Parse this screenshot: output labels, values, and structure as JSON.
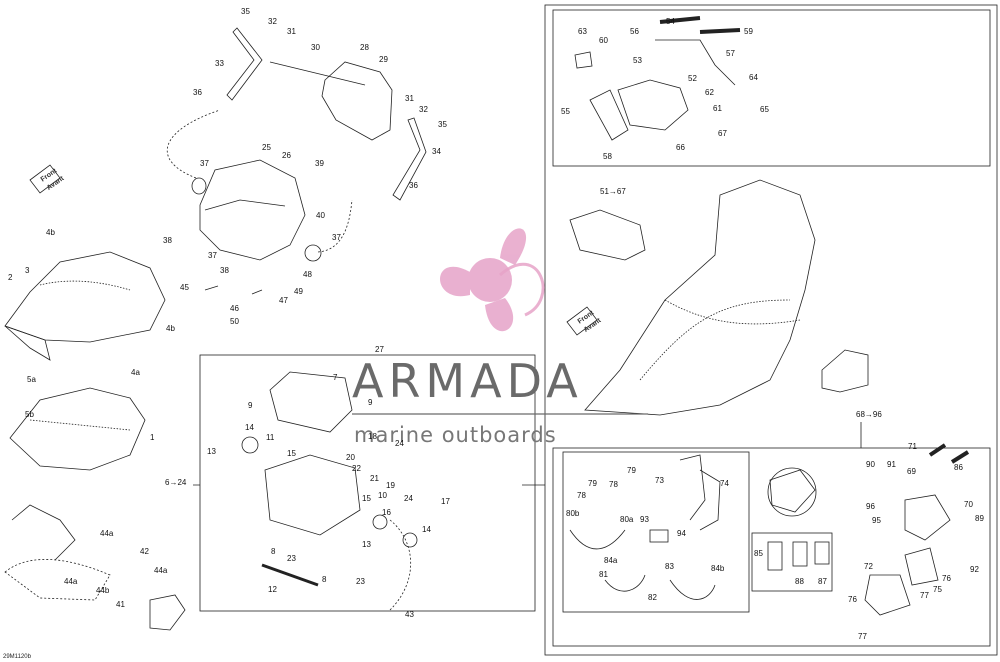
{
  "watermark": {
    "brand": "ARMADA",
    "tagline": "marine outboards",
    "logo_color": "#e6a3c8"
  },
  "figure_code": "29M1120b",
  "direction_labels": [
    "Front",
    "Avant"
  ],
  "part_numbers": {
    "top_backrest": [
      "35",
      "32",
      "31",
      "30",
      "28",
      "29",
      "33",
      "36",
      "31",
      "32",
      "35",
      "34",
      "36",
      "37",
      "25",
      "26",
      "39",
      "37",
      "40",
      "38",
      "37",
      "38",
      "48",
      "49",
      "45",
      "46",
      "47",
      "50"
    ],
    "left_seat": [
      "4b",
      "2",
      "3",
      "4b",
      "5a",
      "4a",
      "5b",
      "1"
    ],
    "left_bottom": [
      "44a",
      "42",
      "44a",
      "44a",
      "44b",
      "41"
    ],
    "center_box": [
      "27",
      "7",
      "9",
      "9",
      "18",
      "24",
      "14",
      "11",
      "13",
      "15",
      "20",
      "22",
      "21",
      "19",
      "10",
      "15",
      "17",
      "24",
      "16",
      "13",
      "14",
      "8",
      "23",
      "8",
      "23",
      "12",
      "43",
      "6→24"
    ],
    "right_top_box": [
      "54",
      "56",
      "59",
      "63",
      "60",
      "57",
      "53",
      "52",
      "64",
      "65",
      "55",
      "62",
      "61",
      "67",
      "58",
      "66"
    ],
    "right_middle": [
      "51→67",
      "68→96"
    ],
    "right_bottom_box": [
      "71",
      "86",
      "90",
      "91",
      "69",
      "73",
      "74",
      "79",
      "79",
      "78",
      "78",
      "80b",
      "80a",
      "93",
      "94",
      "70",
      "96",
      "95",
      "89",
      "84a",
      "83",
      "84b",
      "81",
      "82",
      "85",
      "88",
      "87",
      "72",
      "75",
      "76",
      "77",
      "92",
      "76",
      "77"
    ]
  }
}
